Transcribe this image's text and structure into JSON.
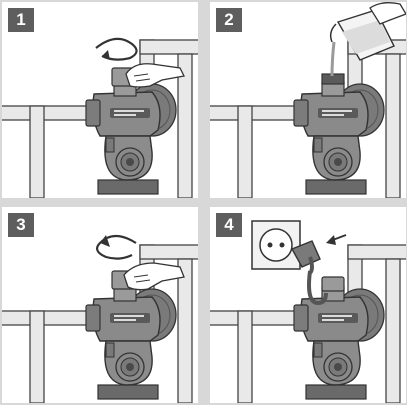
{
  "steps": [
    {
      "number": "1",
      "action_icon": "rotate-counterclockwise-arrow-icon"
    },
    {
      "number": "2",
      "action_icon": "water-jug-pouring-icon"
    },
    {
      "number": "3",
      "action_icon": "rotate-clockwise-arrow-icon"
    },
    {
      "number": "4",
      "action_icon": "power-plug-socket-icon"
    }
  ],
  "colors": {
    "background": "#d8d8d8",
    "panel": "#ffffff",
    "badge": "#5e5e5e",
    "pump": "#8a8a8a",
    "pipe": "#e6e6e6",
    "outline": "#333333"
  }
}
